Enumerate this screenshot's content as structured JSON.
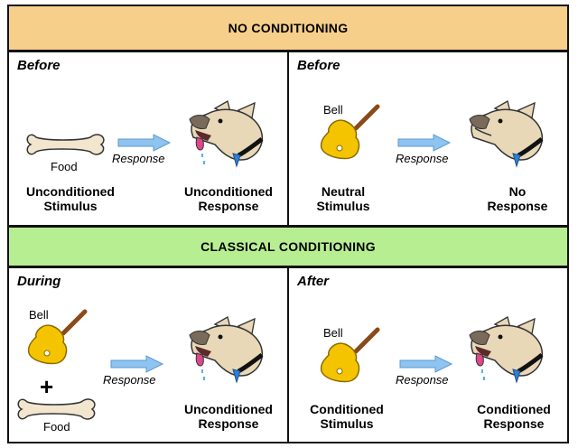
{
  "headers": {
    "top": "NO CONDITIONING",
    "middle": "CLASSICAL CONDITIONING"
  },
  "panels": {
    "top_left": {
      "title": "Before",
      "food_label": "Food",
      "response_label": "Response",
      "stimulus_caption": [
        "Unconditioned",
        "Stimulus"
      ],
      "response_caption": [
        "Unconditioned",
        "Response"
      ]
    },
    "top_right": {
      "title": "Before",
      "bell_label": "Bell",
      "response_label": "Response",
      "stimulus_caption": [
        "Neutral",
        "Stimulus"
      ],
      "response_caption": [
        "No",
        "Response"
      ]
    },
    "bottom_left": {
      "title": "During",
      "bell_label": "Bell",
      "plus": "+",
      "food_label": "Food",
      "response_label": "Response",
      "response_caption": [
        "Unconditioned",
        "Response"
      ]
    },
    "bottom_right": {
      "title": "After",
      "bell_label": "Bell",
      "response_label": "Response",
      "stimulus_caption": [
        "Conditioned",
        "Stimulus"
      ],
      "response_caption": [
        "Conditioned",
        "Response"
      ]
    }
  },
  "icons": [
    "bone-icon",
    "bell-icon",
    "arrow-icon",
    "dog-salivating-icon",
    "dog-neutral-icon"
  ],
  "colors": {
    "top_band": "#f6cf8b",
    "middle_band": "#b8ee92",
    "arrow": "#8fc3f0",
    "bell": "#f5c400",
    "tongue": "#e0478a",
    "collar_tag": "#2f7fd6"
  }
}
